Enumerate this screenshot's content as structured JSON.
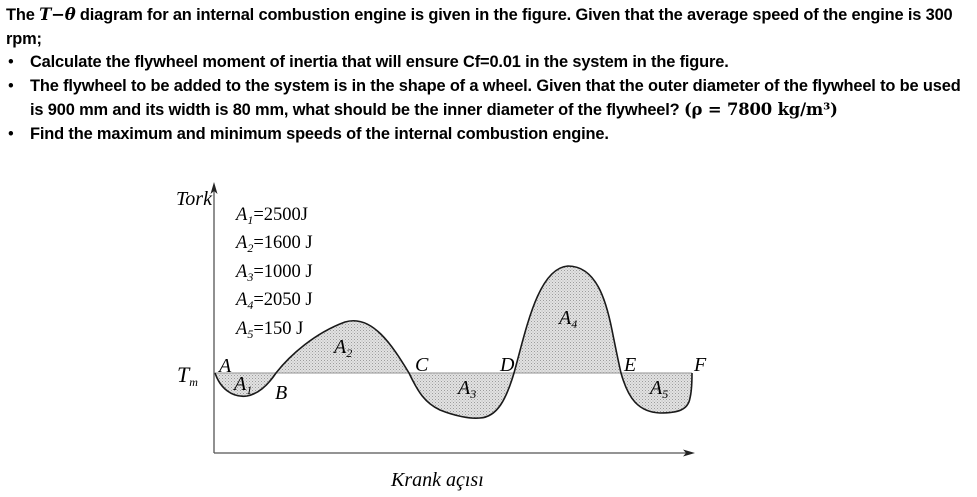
{
  "question": {
    "intro_prefix": "The ",
    "intro_math": "T−θ",
    "intro_suffix": " diagram for an internal combustion engine is given in the figure. Given that the average speed of the engine is 300 rpm;",
    "bullets": [
      {
        "text": "Calculate the flywheel moment of inertia that will ensure Cf=0.01 in the system in the figure."
      },
      {
        "text": "The flywheel to be added to the system is in the shape of a wheel. Given that the outer diameter of the flywheel to be used is 900 mm and its width is 80 mm, what should be the inner diameter of the flywheel? ",
        "math": "(ρ = 7800 kg/m³)"
      },
      {
        "text": "Find the maximum and minimum speeds of the internal combustion engine."
      }
    ]
  },
  "diagram": {
    "y_axis_label": "Tork",
    "x_axis_label": "Krank açısı",
    "mean_torque_label": "T",
    "mean_torque_sub": "m",
    "points": [
      "A",
      "B",
      "C",
      "D",
      "E",
      "F"
    ],
    "areas": [
      {
        "name": "A",
        "sub": "1",
        "value": "=2500J"
      },
      {
        "name": "A",
        "sub": "2",
        "value": "=1600 J"
      },
      {
        "name": "A",
        "sub": "3",
        "value": "=1000 J"
      },
      {
        "name": "A",
        "sub": "4",
        "value": "=2050 J"
      },
      {
        "name": "A",
        "sub": "5",
        "value": "=150 J"
      }
    ],
    "colors": {
      "curve": "#1a1a1a",
      "fill": "#d4d4d4",
      "tm_line": "#9a9a9a",
      "axis": "#555555"
    }
  }
}
